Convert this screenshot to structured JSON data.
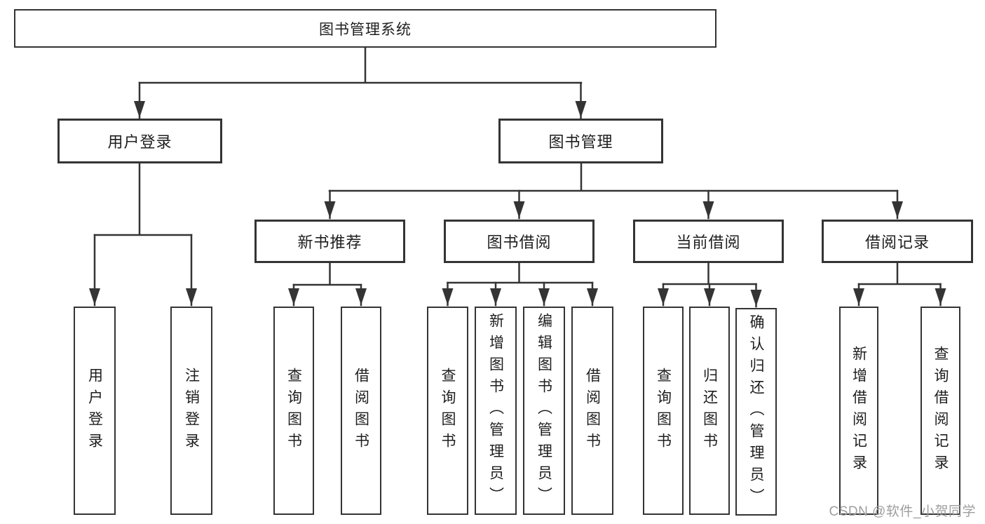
{
  "tree": {
    "root": {
      "label": "图书管理系统",
      "children": [
        {
          "label": "用户登录",
          "children": [
            {
              "label": "用户登录"
            },
            {
              "label": "注销登录"
            }
          ]
        },
        {
          "label": "图书管理",
          "children": [
            {
              "label": "新书推荐",
              "children": [
                {
                  "label": "查询图书"
                },
                {
                  "label": "借阅图书"
                }
              ]
            },
            {
              "label": "图书借阅",
              "children": [
                {
                  "label": "查询图书"
                },
                {
                  "label": "新增图书（管理员）"
                },
                {
                  "label": "编辑图书（管理员）"
                },
                {
                  "label": "借阅图书"
                }
              ]
            },
            {
              "label": "当前借阅",
              "children": [
                {
                  "label": "查询图书"
                },
                {
                  "label": "归还图书"
                },
                {
                  "label": "确认归还（管理员）"
                }
              ]
            },
            {
              "label": "借阅记录",
              "children": [
                {
                  "label": "新增借阅记录"
                },
                {
                  "label": "查询借阅记录"
                }
              ]
            }
          ]
        }
      ]
    }
  },
  "watermark": {
    "text": "CSDN @软件_小贺同学"
  },
  "colors": {
    "line": "#343434",
    "border": "#343434",
    "text": "#1e1e1e",
    "watermark": "#9e9e9e",
    "background": "#ffffff"
  }
}
